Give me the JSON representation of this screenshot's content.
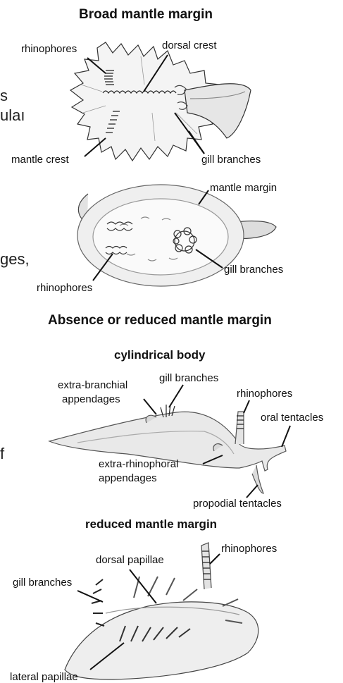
{
  "headings": {
    "broad": "Broad mantle margin",
    "absence": "Absence or reduced mantle margin",
    "cylindrical": "cylindrical body",
    "reduced": "reduced mantle margin"
  },
  "fig1": {
    "rhinophores": "rhinophores",
    "dorsal_crest": "dorsal crest",
    "mantle_crest": "mantle crest",
    "gill_branches": "gill branches"
  },
  "fig2": {
    "mantle_margin": "mantle margin",
    "gill_branches": "gill branches",
    "rhinophores": "rhinophores"
  },
  "fig3": {
    "extra_branchial_1": "extra-branchial",
    "extra_branchial_2": "appendages",
    "gill_branches": "gill  branches",
    "rhinophores": "rhinophores",
    "oral_tentacles": "oral tentacles",
    "extra_rhinophoral_1": "extra-rhinophoral",
    "extra_rhinophoral_2": "appendages",
    "propodial_tentacles": "propodial tentacles"
  },
  "fig4": {
    "rhinophores": "rhinophores",
    "dorsal_papillae": "dorsal papillae",
    "gill_branches": "gill branches",
    "lateral_papillae": "lateral papillae"
  },
  "edge_fragments": {
    "a": "s",
    "b": "ulaı",
    "c": "ges,",
    "d": "f"
  }
}
